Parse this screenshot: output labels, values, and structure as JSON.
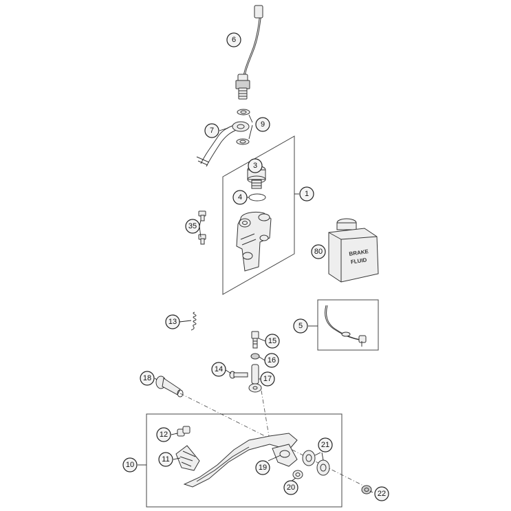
{
  "callouts": [
    "1",
    "3",
    "4",
    "5",
    "6",
    "7",
    "9",
    "10",
    "11",
    "12",
    "13",
    "14",
    "15",
    "16",
    "17",
    "18",
    "19",
    "20",
    "21",
    "22",
    "35",
    "80"
  ],
  "bottle_label": {
    "line1": "BRAKE",
    "line2": "FLUID"
  }
}
